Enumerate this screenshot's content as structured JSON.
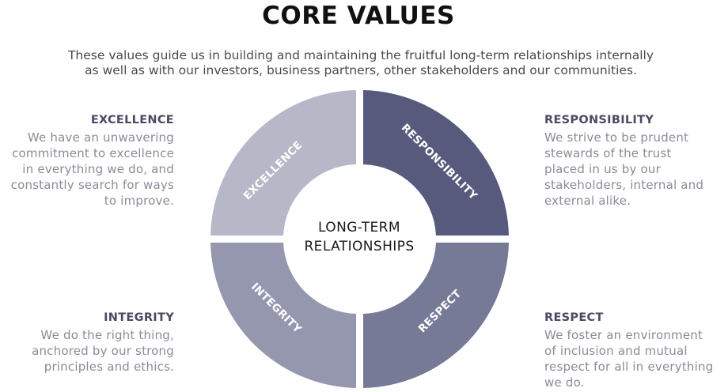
{
  "title": "CORE VALUES",
  "intro": {
    "line1": "These values guide us in building and maintaining the fruitful long-term relationships internally",
    "line2": "as well as with our investors, business partners, other stakeholders and our communities."
  },
  "center": {
    "line1": "LONG-TERM",
    "line2": "RELATIONSHIPS"
  },
  "segments": {
    "excellence": {
      "label": "EXCELLENCE",
      "color": "#b6b8c8"
    },
    "responsibility": {
      "label": "RESPONSIBILITY",
      "color": "#575a7d"
    },
    "integrity": {
      "label": "INTEGRITY",
      "color": "#9597ae"
    },
    "respect": {
      "label": "RESPECT",
      "color": "#777a97"
    }
  },
  "values": {
    "excellence": {
      "heading": "EXCELLENCE",
      "lines": [
        "We have an unwavering",
        "commitment to excellence",
        "in everything we do, and",
        "constantly search for ways",
        "to improve."
      ]
    },
    "responsibility": {
      "heading": "RESPONSIBILITY",
      "lines": [
        "We strive to be prudent",
        "stewards of the trust",
        "placed in us by our",
        "stakeholders, internal and",
        "external alike."
      ]
    },
    "integrity": {
      "heading": "INTEGRITY",
      "lines": [
        "We do the right thing,",
        "anchored by our strong",
        "principles and ethics."
      ]
    },
    "respect": {
      "heading": "RESPECT",
      "lines": [
        "We foster an environment",
        "of inclusion and mutual",
        "respect for all in everything",
        "we do."
      ]
    }
  }
}
